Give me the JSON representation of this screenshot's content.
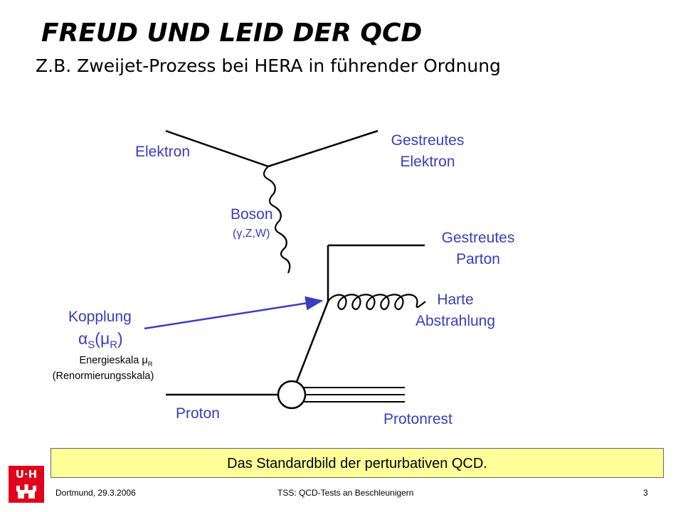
{
  "header": {
    "title": "FREUD UND LEID DER QCD",
    "subtitle": "Z.B. Zweijet-Prozess bei HERA in führender Ordnung"
  },
  "diagram": {
    "labels": {
      "elektron": "Elektron",
      "gestreutes_elektron_line1": "Gestreutes",
      "gestreutes_elektron_line2": "Elektron",
      "boson": "Boson",
      "boson_types": "(γ,Z,W)",
      "gestreutes_parton_line1": "Gestreutes",
      "gestreutes_parton_line2": "Parton",
      "harte_line1": "Harte",
      "harte_line2": "Abstrahlung",
      "kopplung": "Kopplung",
      "alpha_symbol": "α",
      "alpha_sub": "S",
      "alpha_open": "(",
      "mu_symbol": "μ",
      "mu_sub": "R",
      "alpha_close": ")",
      "energieskala": "Energieskala μ",
      "energieskala_sub": "R",
      "renorm": "(Renormierungsskala)",
      "proton": "Proton",
      "protonrest": "Protonrest"
    },
    "colors": {
      "label": "#3b3bc2",
      "line": "#000000",
      "arrow": "#3b3bc2"
    }
  },
  "caption": "Das Standardbild der perturbativen QCD.",
  "footer": {
    "left": "Dortmund, 29.3.2006",
    "center": "TSS: QCD-Tests an Beschleunigern",
    "page": "3"
  },
  "logo": {
    "text": "U·H",
    "colors": {
      "background": "#e2001a",
      "foreground": "#ffffff"
    }
  }
}
